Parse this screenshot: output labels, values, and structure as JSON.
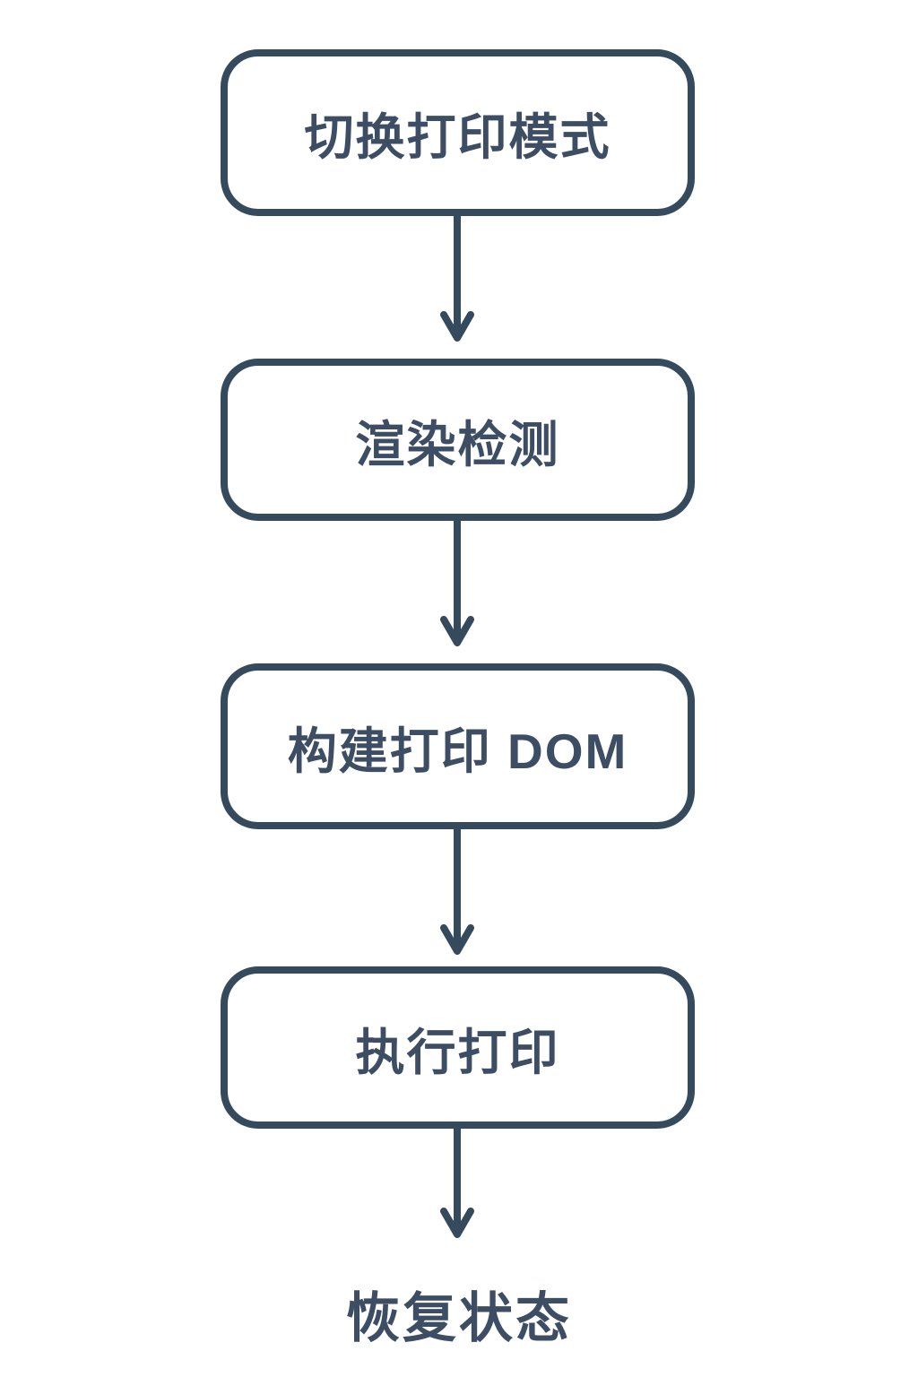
{
  "diagram": {
    "type": "flowchart",
    "direction": "top-down",
    "colors": {
      "stroke": "#364a5e",
      "text": "#3d4d63",
      "background": "#ffffff"
    },
    "nodes": [
      {
        "id": "switch-print-mode",
        "label": "切换打印模式",
        "shape": "rounded-rect"
      },
      {
        "id": "render-detection",
        "label": "渲染检测",
        "shape": "rounded-rect"
      },
      {
        "id": "build-print-dom",
        "label": "构建打印 DOM",
        "shape": "rounded-rect"
      },
      {
        "id": "execute-print",
        "label": "执行打印",
        "shape": "rounded-rect"
      },
      {
        "id": "restore-state",
        "label": "恢复状态",
        "shape": "plain-text"
      }
    ],
    "edges": [
      {
        "from": "switch-print-mode",
        "to": "render-detection",
        "style": "arrow-down"
      },
      {
        "from": "render-detection",
        "to": "build-print-dom",
        "style": "arrow-down"
      },
      {
        "from": "build-print-dom",
        "to": "execute-print",
        "style": "arrow-down"
      },
      {
        "from": "execute-print",
        "to": "restore-state",
        "style": "arrow-down"
      }
    ]
  }
}
